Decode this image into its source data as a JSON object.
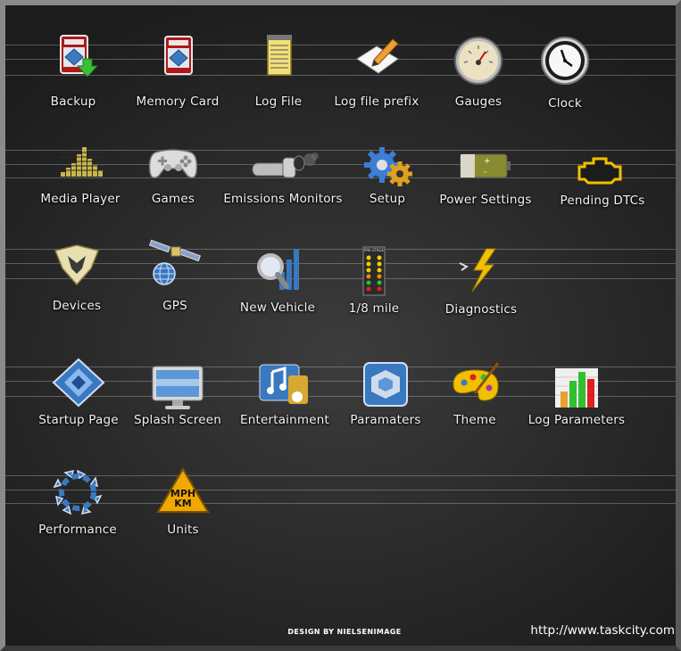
{
  "rows": [
    {
      "items": [
        {
          "name": "backup",
          "label": "Backup",
          "icon": "backup-icon"
        },
        {
          "name": "memory-card",
          "label": "Memory Card",
          "icon": "memory-card-icon"
        },
        {
          "name": "log-file",
          "label": "Log File",
          "icon": "notepad-icon"
        },
        {
          "name": "log-file-prefix",
          "label": "Log file prefix",
          "icon": "pencil-paper-icon"
        },
        {
          "name": "gauges",
          "label": "Gauges",
          "icon": "gauge-icon"
        },
        {
          "name": "clock",
          "label": "Clock",
          "icon": "clock-icon"
        }
      ]
    },
    {
      "items": [
        {
          "name": "media-player",
          "label": "Media Player",
          "icon": "equalizer-icon"
        },
        {
          "name": "games",
          "label": "Games",
          "icon": "gamepad-icon"
        },
        {
          "name": "emissions-monitors",
          "label": "Emissions Monitors",
          "icon": "exhaust-pipe-icon"
        },
        {
          "name": "setup",
          "label": "Setup",
          "icon": "gears-icon"
        },
        {
          "name": "power-settings",
          "label": "Power Settings",
          "icon": "battery-icon"
        },
        {
          "name": "pending-dtcs",
          "label": "Pending DTCs",
          "icon": "check-engine-icon"
        }
      ]
    },
    {
      "items": [
        {
          "name": "devices",
          "label": "Devices",
          "icon": "devices-icon"
        },
        {
          "name": "gps",
          "label": "GPS",
          "icon": "satellite-icon"
        },
        {
          "name": "new-vehicle",
          "label": "New Vehicle",
          "icon": "magnifier-chart-icon"
        },
        {
          "name": "eighth-mile",
          "label": "1/8 mile",
          "icon": "drag-tree-icon",
          "tree_text": "PRE-STAGE"
        },
        {
          "name": "diagnostics",
          "label": "Diagnostics",
          "icon": "lightning-icon"
        }
      ]
    },
    {
      "items": [
        {
          "name": "startup-page",
          "label": "Startup Page",
          "icon": "diamond-icon"
        },
        {
          "name": "splash-screen",
          "label": "Splash Screen",
          "icon": "monitor-icon"
        },
        {
          "name": "entertainment",
          "label": "Entertainment",
          "icon": "music-notes-icon"
        },
        {
          "name": "paramaters",
          "label": "Paramaters",
          "icon": "cube-icon"
        },
        {
          "name": "theme",
          "label": "Theme",
          "icon": "palette-icon"
        },
        {
          "name": "log-parameters",
          "label": "Log Parameters",
          "icon": "bar-graph-icon"
        }
      ]
    },
    {
      "items": [
        {
          "name": "performance",
          "label": "Performance",
          "icon": "arrows-circle-icon"
        },
        {
          "name": "units",
          "label": "Units",
          "icon": "units-icon",
          "sign_text": [
            "MPH",
            "KM"
          ]
        }
      ]
    }
  ],
  "footer": {
    "credit": "DESIGN BY NIELSENIMAGE",
    "url": "http://www.taskcity.com"
  }
}
